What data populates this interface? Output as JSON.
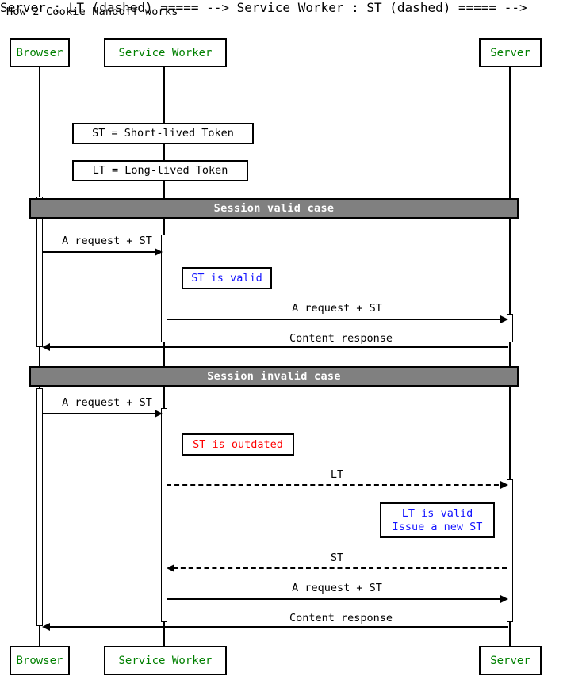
{
  "diagram": {
    "title": "How 2 Cookie Handoff works",
    "type": "sequence-diagram",
    "colors": {
      "participant_text": "#008000",
      "note_black": "#000000",
      "note_blue": "#1414ff",
      "note_red": "#ff0000",
      "divider_fill": "#808080",
      "divider_text": "#ffffff",
      "line": "#000000",
      "background": "#ffffff"
    }
  },
  "participants": [
    {
      "id": "browser",
      "label": "Browser"
    },
    {
      "id": "service_worker",
      "label": "Service Worker"
    },
    {
      "id": "server",
      "label": "Server"
    }
  ],
  "participants_bottom": [
    {
      "id": "browser",
      "label": "Browser"
    },
    {
      "id": "service_worker",
      "label": "Service Worker"
    },
    {
      "id": "server",
      "label": "Server"
    }
  ],
  "legend_notes": [
    {
      "id": "note-st",
      "text": "ST = Short-lived Token",
      "color": "black"
    },
    {
      "id": "note-lt",
      "text": "LT = Long-lived Token",
      "color": "black"
    }
  ],
  "sections": [
    {
      "id": "session-valid",
      "label": "Session valid case"
    },
    {
      "id": "session-invalid",
      "label": "Session invalid case"
    }
  ],
  "messages": [
    {
      "id": "m1",
      "label": "A request + ST",
      "from": "browser",
      "to": "service_worker",
      "style": "solid",
      "direction": "right"
    },
    {
      "id": "m2",
      "label": "A request + ST",
      "from": "service_worker",
      "to": "server",
      "style": "solid",
      "direction": "right"
    },
    {
      "id": "m3",
      "label": "Content response",
      "from": "server",
      "to": "browser",
      "style": "solid",
      "direction": "left"
    },
    {
      "id": "m4",
      "label": "A request + ST",
      "from": "browser",
      "to": "service_worker",
      "style": "solid",
      "direction": "right"
    },
    {
      "id": "m5",
      "label": "LT",
      "from": "service_worker",
      "to": "server",
      "style": "dashed",
      "direction": "right"
    },
    {
      "id": "m6",
      "label": "ST",
      "from": "server",
      "to": "service_worker",
      "style": "dashed",
      "direction": "left"
    },
    {
      "id": "m7",
      "label": "A request + ST",
      "from": "service_worker",
      "to": "server",
      "style": "solid",
      "direction": "right"
    },
    {
      "id": "m8",
      "label": "Content response",
      "from": "server",
      "to": "browser",
      "style": "solid",
      "direction": "left"
    }
  ],
  "inline_notes": [
    {
      "id": "note-st-valid",
      "lines": [
        "ST is valid"
      ],
      "color": "blue"
    },
    {
      "id": "note-st-outdated",
      "lines": [
        "ST is outdated"
      ],
      "color": "red"
    },
    {
      "id": "note-lt-valid",
      "lines": [
        "LT is valid",
        "Issue a new ST"
      ],
      "color": "blue"
    }
  ]
}
